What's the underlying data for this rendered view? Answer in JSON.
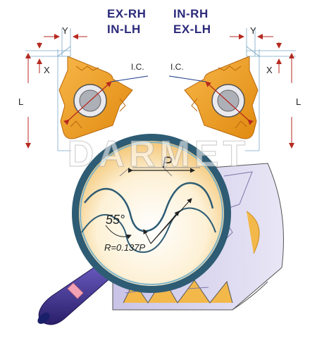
{
  "headers": {
    "left_line1": "EX-RH",
    "left_line2": "IN-LH",
    "right_line1": "IN-RH",
    "right_line2": "EX-LH"
  },
  "left_insert": {
    "dim_y": "Y",
    "dim_x": "X",
    "dim_l": "L",
    "ic": "I.C."
  },
  "right_insert": {
    "dim_y": "Y",
    "dim_x": "X",
    "dim_l": "L",
    "ic": "I.C."
  },
  "watermark": "DARMET",
  "profile": {
    "pitch": "P",
    "angle": "55°",
    "radius": "R=0.137P"
  },
  "colors": {
    "insert_orange": "#f0a01e",
    "dimension_red": "#b52a20",
    "header_navy": "#2b2a7a",
    "lens_rim": "#2e5c74",
    "handle_purple": "#3e2e8a"
  }
}
